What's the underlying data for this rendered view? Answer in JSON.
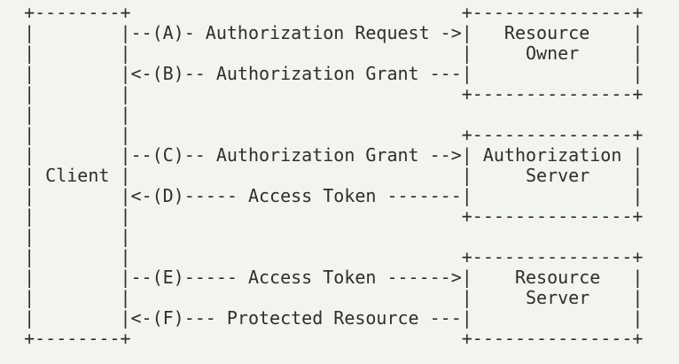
{
  "colors": {
    "background": "#f1f4ef",
    "text": "#2e2e2e"
  },
  "diagram": {
    "kind": "ascii-art-protocol-flow",
    "entities": [
      {
        "id": "client",
        "label": "Client"
      },
      {
        "id": "resource-owner",
        "label": "Resource Owner"
      },
      {
        "id": "authorization-server",
        "label": "Authorization Server"
      },
      {
        "id": "resource-server",
        "label": "Resource Server"
      }
    ],
    "flows": [
      {
        "step": "A",
        "label": "Authorization Request",
        "from": "Client",
        "to": "Resource Owner"
      },
      {
        "step": "B",
        "label": "Authorization Grant",
        "from": "Resource Owner",
        "to": "Client"
      },
      {
        "step": "C",
        "label": "Authorization Grant",
        "from": "Client",
        "to": "Authorization Server"
      },
      {
        "step": "D",
        "label": "Access Token",
        "from": "Authorization Server",
        "to": "Client"
      },
      {
        "step": "E",
        "label": "Access Token",
        "from": "Client",
        "to": "Resource Server"
      },
      {
        "step": "F",
        "label": "Protected Resource",
        "from": "Resource Server",
        "to": "Client"
      }
    ],
    "lines": [
      "  +--------+                               +---------------+",
      "  |        |--(A)- Authorization Request ->|   Resource    |",
      "  |        |                               |     Owner     |",
      "  |        |<-(B)-- Authorization Grant ---|               |",
      "  |        |                               +---------------+",
      "  |        |",
      "  |        |                               +---------------+",
      "  |        |--(C)-- Authorization Grant -->| Authorization |",
      "  | Client |                               |     Server    |",
      "  |        |<-(D)----- Access Token -------|               |",
      "  |        |                               +---------------+",
      "  |        |",
      "  |        |                               +---------------+",
      "  |        |--(E)----- Access Token ------>|    Resource   |",
      "  |        |                               |     Server    |",
      "  |        |<-(F)--- Protected Resource ---|               |",
      "  +--------+                               +---------------+"
    ]
  }
}
